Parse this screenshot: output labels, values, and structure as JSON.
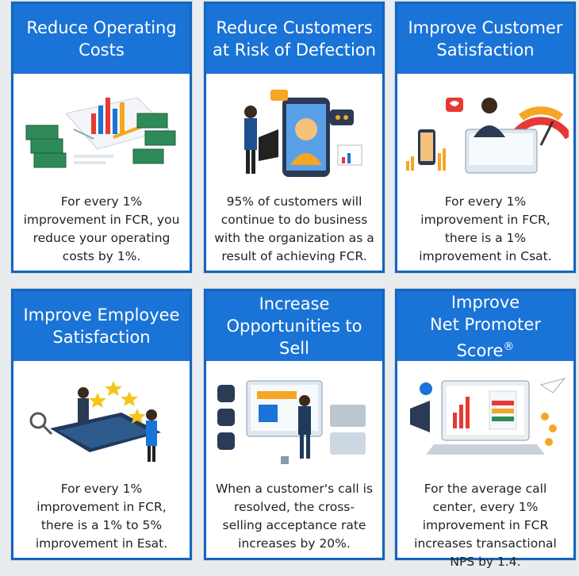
{
  "cards": [
    {
      "title_line1": "Reduce Operating",
      "title_line2": "Costs",
      "body": "For every 1% improvement in FCR, you reduce your operating costs by 1%.",
      "icon": "money-charts-icon"
    },
    {
      "title_line1": "Reduce Customers",
      "title_line2": "at Risk of Defection",
      "body": "95% of customers will continue to do business with the organization as a result of achieving FCR.",
      "icon": "customer-phone-agent-icon"
    },
    {
      "title_line1": "Improve Customer",
      "title_line2": "Satisfaction",
      "body": "For every 1% improvement in FCR, there is a 1% improvement in Csat.",
      "icon": "satisfaction-gauge-icon"
    },
    {
      "title_line1": "Improve Employee",
      "title_line2": "Satisfaction",
      "body": "For every 1% improvement in FCR, there is a 1% to 5% improvement in Esat.",
      "icon": "employee-stars-icon"
    },
    {
      "title_line1": "Increase",
      "title_line2": "Opportunities to Sell",
      "body": "When a customer's call is resolved, the cross-selling acceptance rate increases by 20%.",
      "icon": "sales-monitor-icon"
    },
    {
      "title_line1": "Improve",
      "title_line2": "Net Promoter Score",
      "title_mark": "®",
      "body": "For the average call center, every 1% improvement in FCR increases transactional NPS by 1.4.",
      "icon": "nps-laptop-icon"
    }
  ],
  "colors": {
    "header_blue": "#1a73d6",
    "border_blue": "#1565c0",
    "money_green": "#2e8b57",
    "accent_orange": "#f5a623",
    "accent_red": "#e53935"
  }
}
